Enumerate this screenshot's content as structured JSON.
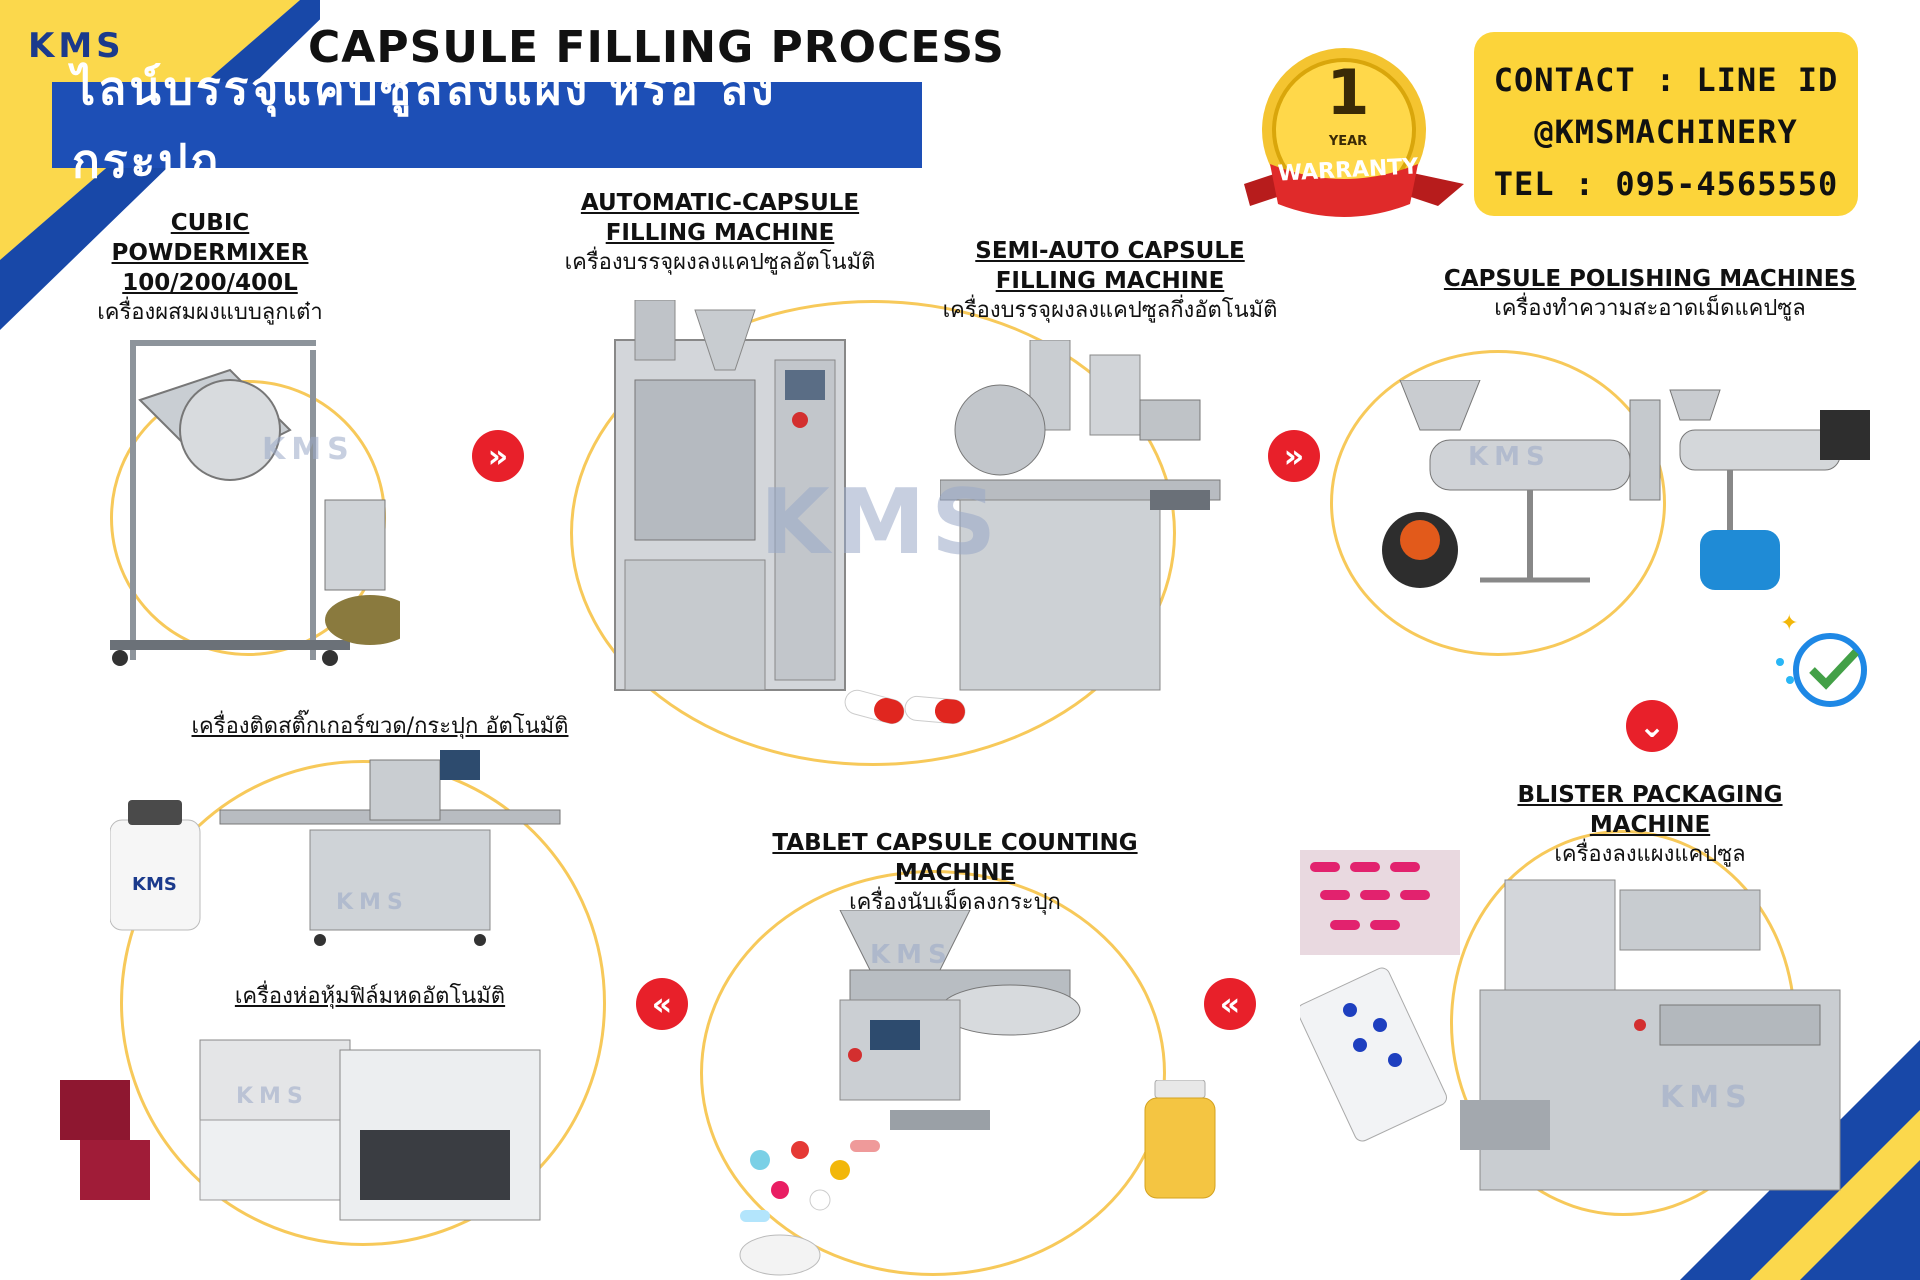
{
  "brand": {
    "logo_text": "KMS",
    "watermark_text": "KMS"
  },
  "header": {
    "title": "CAPSULE FILLING PROCESS",
    "thai_subtitle": "ไลน์บรรจุแคปซูลลงแผง หรือ ลงกระปุก"
  },
  "warranty": {
    "number": "1",
    "unit": "YEAR",
    "label": "WARRANTY"
  },
  "contact": {
    "line1": "CONTACT : LINE ID",
    "line2": "@KMSMACHINERY",
    "line3": "TEL : 095-4565550"
  },
  "machines": {
    "mixer": {
      "title_l1": "CUBIC POWDERMIXER",
      "title_l2": "100/200/400L",
      "thai": "เครื่องผสมผงแบบลูกเต๋า"
    },
    "auto_capsule": {
      "title_l1": "AUTOMATIC-CAPSULE",
      "title_l2": "FILLING MACHINE",
      "thai": "เครื่องบรรจุผงลงแคปซูลอัตโนมัติ"
    },
    "semi_auto": {
      "title_l1": "SEMI-AUTO CAPSULE",
      "title_l2": "FILLING MACHINE",
      "thai": "เครื่องบรรจุผงลงแคปซูลกึ่งอัตโนมัติ"
    },
    "polishing": {
      "title": "CAPSULE POLISHING MACHINES",
      "thai": "เครื่องทำความสะอาดเม็ดแคปซูล"
    },
    "blister": {
      "title": "BLISTER PACKAGING MACHINE",
      "thai": "เครื่องลงแผงแคปซูล"
    },
    "counting": {
      "title": "TABLET CAPSULE COUNTING MACHINE",
      "thai": "เครื่องนับเม็ดลงกระปุก"
    },
    "labeler": {
      "thai": "เครื่องติดสติ๊กเกอร์ขวด/กระปุก อัตโนมัติ"
    },
    "shrink": {
      "thai": "เครื่องห่อหุ้มฟิล์มหดอัตโนมัติ"
    }
  },
  "arrows": {
    "right_symbol": "»",
    "left_symbol": "«",
    "down_symbol": "⌄"
  }
}
